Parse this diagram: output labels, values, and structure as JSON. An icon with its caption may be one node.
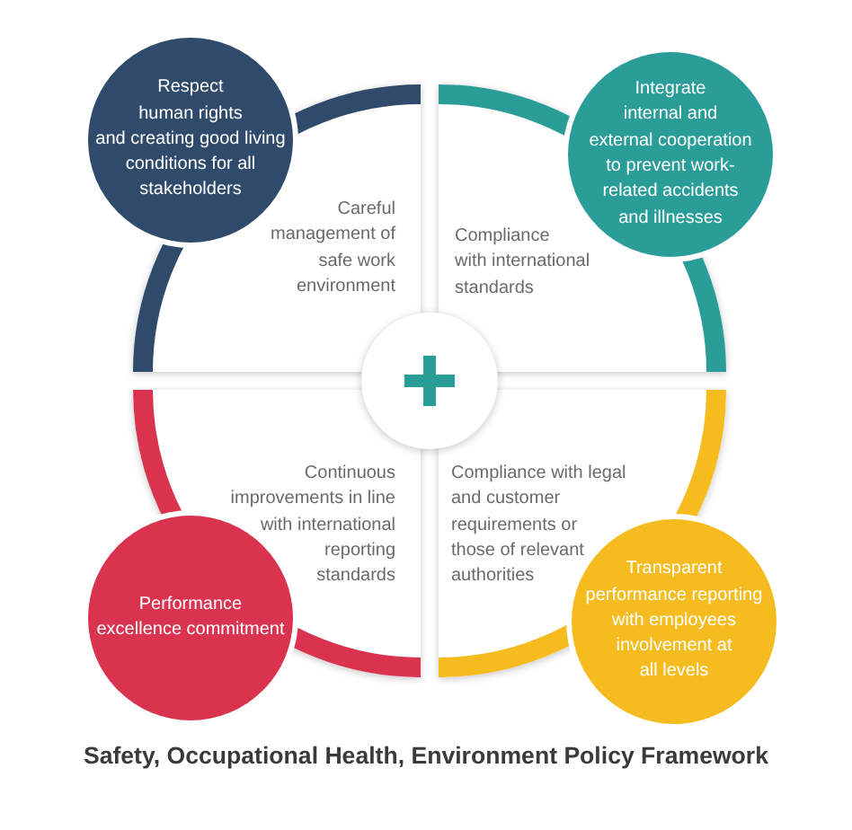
{
  "diagram": {
    "caption": "Safety, Occupational Health, Environment Policy Framework",
    "nodes": [
      {
        "text": [
          "Respect human rights and creating good living conditions for all stakeholders"
        ]
      },
      {
        "text": [
          "Integrate internal and external cooperation to prevent work-related accidents and illnesses"
        ]
      },
      {
        "text": [
          "Careful management of safe work environment"
        ]
      },
      {
        "text": [
          "Compliance with international standards"
        ]
      },
      {
        "text": [
          "Continuous improvements in line with international reporting standards"
        ]
      },
      {
        "text": [
          "Compliance with legal and customer requirements or those of relevant authorities"
        ]
      },
      {
        "text": [
          "Performance excellence commitment"
        ]
      },
      {
        "text": [
          "Transparent performance reporting with employees involvement at all levels"
        ]
      }
    ]
  }
}
